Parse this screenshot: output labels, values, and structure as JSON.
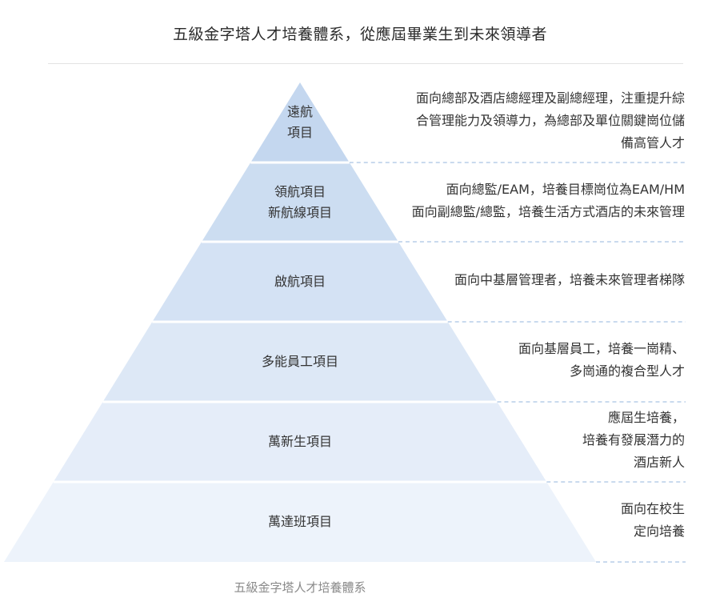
{
  "title": "五級金字塔人才培養體系，從應屆畢業生到未來領導者",
  "caption": "五級金字塔人才培養體系",
  "colors": {
    "tier_top": "#c4d7ef",
    "tier_bottom": "#edf3fb",
    "divider": "#ffffff",
    "dashed_line": "#a9c4e4"
  },
  "tiers": [
    {
      "label": "遠航\n項目",
      "description": "面向總部及酒店總經理及副總經理，注重提升綜\n合管理能力及領導力，為總部及單位關鍵崗位儲\n備高管人才"
    },
    {
      "label": "領航項目\n新航線項目",
      "description": "面向總監/EAM，培養目標崗位為EAM/HM\n面向副總監/總監，培養生活方式酒店的未來管理"
    },
    {
      "label": "啟航項目",
      "description": "面向中基層管理者，培養未來管理者梯隊"
    },
    {
      "label": "多能員工項目",
      "description": "面向基層員工，培養一崗精、\n多崗通的複合型人才"
    },
    {
      "label": "萬新生項目",
      "description": "應屆生培養，\n培養有發展潛力的\n酒店新人"
    },
    {
      "label": "萬達班項目",
      "description": "面向在校生\n定向培養"
    }
  ]
}
